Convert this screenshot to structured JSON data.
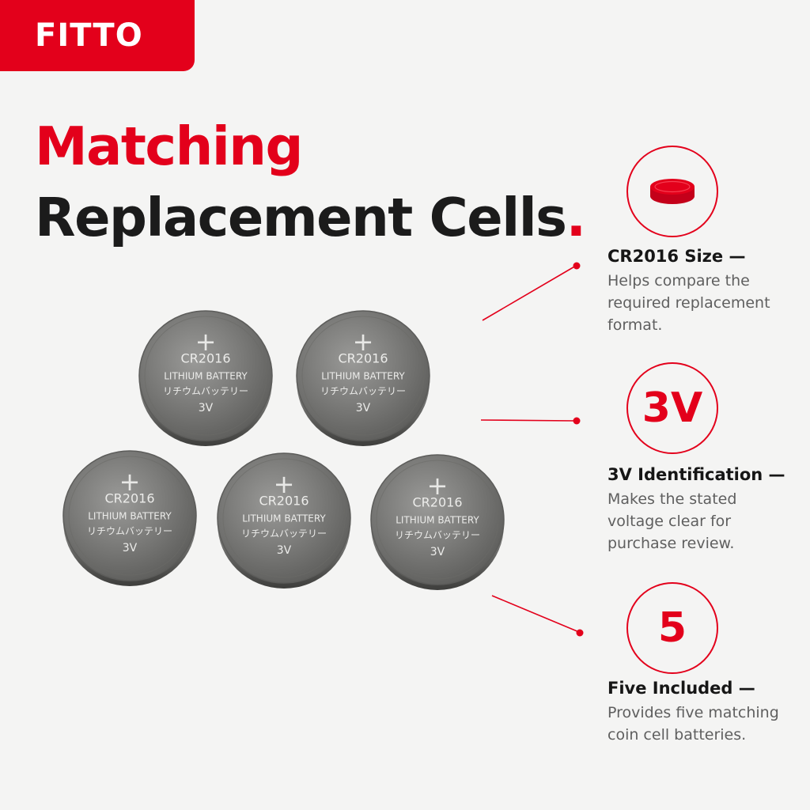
{
  "brand": {
    "name": "FITTO",
    "color": "#e3001b"
  },
  "headline": {
    "line1": "Matching",
    "line2": "Replacement Cells",
    "end_mark": "."
  },
  "battery": {
    "polarity": "+",
    "model": "CR2016",
    "type_en": "LITHIUM BATTERY",
    "type_ja": "リチウムバッテリー",
    "voltage": "3V",
    "count": 5
  },
  "features": [
    {
      "icon": "coin-cell-icon",
      "title": "CR2016 Size —",
      "description": "Helps compare the required replacement format."
    },
    {
      "icon_text": "3V",
      "title": "3V Identification —",
      "description": "Makes the stated voltage clear for purchase review."
    },
    {
      "icon_text": "5",
      "title": "Five Included —",
      "description": "Provides five matching coin cell batteries."
    }
  ]
}
